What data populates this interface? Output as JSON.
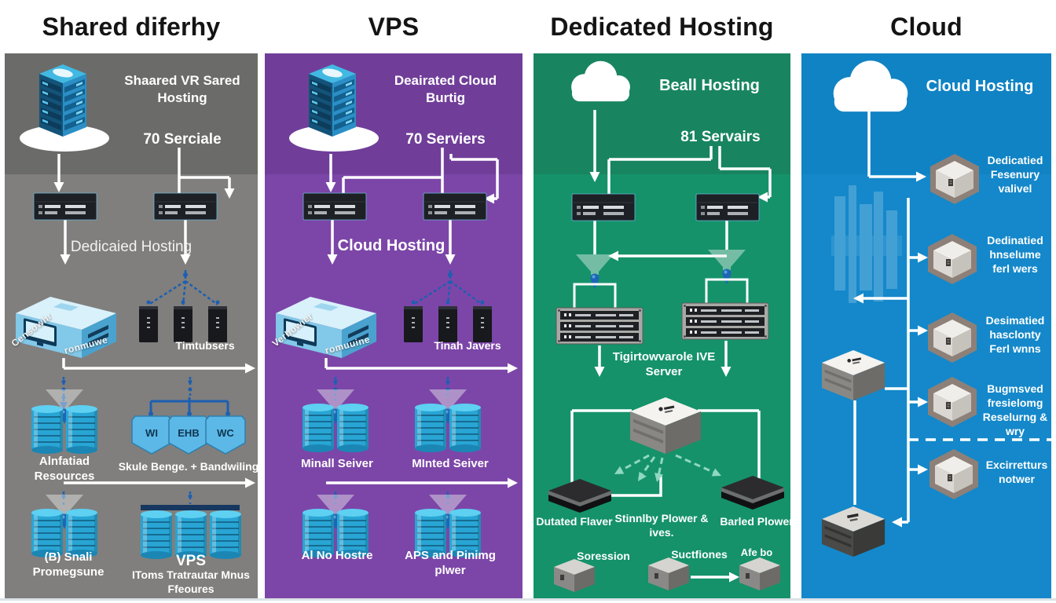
{
  "headers": {
    "col1": "Shared diferhy",
    "col2": "VPS",
    "col3": "Dedicated Hosting",
    "col4": "Cloud"
  },
  "shared_panel": {
    "title": "Shaared VR Sared Hosting",
    "server_count": "70 Serciale",
    "section_label": "Dedicaied Hosting",
    "computer_label_left": "Censowhr",
    "computer_label_right": "ronmuwe",
    "towers_label": "Timtubsers",
    "resources_label": "Alnfatiad Resources",
    "shield_1": "WI",
    "shield_2": "EHB",
    "shield_3": "WC",
    "bandwidth_label": "Skule Benge. + Bandwiling",
    "bottom_left_label": "(B) Snali Promegsune",
    "vps_title": "VPS",
    "vps_subtitle": "IToms Tratrautar Mnus Ffeoures"
  },
  "vps_panel": {
    "title": "Deairated Cloud Burtig",
    "server_count": "70 Serviers",
    "section_label": "Cloud Hosting",
    "computer_label_left": "Verhowier",
    "computer_label_right": "romuuine",
    "towers_label": "Tinah Javers",
    "server_label_1": "Minall Seiver",
    "server_label_2": "MInted Seiver",
    "server_label_3": "Al No Hostre",
    "server_label_4": "APS and Pinimg plwer"
  },
  "dedicated_panel": {
    "title": "Beall Hosting",
    "server_count": "81 Servairs",
    "mid_label": "Tigirtowvarole IVE Server",
    "box_left_label": "Dutated Flaver",
    "box_center_label": "Stinnlby Plower & ives.",
    "box_right_label": "Barled Plower",
    "small_label_1": "Soression",
    "small_label_2": "Suctfiones",
    "small_label_3": "Afe bo"
  },
  "cloud_panel": {
    "title": "Cloud Hosting",
    "feature_1": "Dedicatied Fesenury valivel",
    "feature_2": "Dedinatied hnselume ferl wers",
    "feature_3": "Desimatied hasclonty Ferl wnns",
    "feature_4": "Bugmsved fresielomg Reselurng & wry",
    "feature_5": "Excirretturs notwer"
  },
  "colors": {
    "shared_top": "#6b6b69",
    "shared_body": "#807f7d",
    "vps_top": "#703e99",
    "vps_body": "#7c46a8",
    "dedicated_top": "#188560",
    "dedicated_body": "#15926a",
    "cloud_top": "#1083c4",
    "cloud_body": "#1488ca",
    "accent_navy": "#1c5fb2",
    "server_cyan": "#28a5d4",
    "arrow_white": "#ffffff"
  }
}
